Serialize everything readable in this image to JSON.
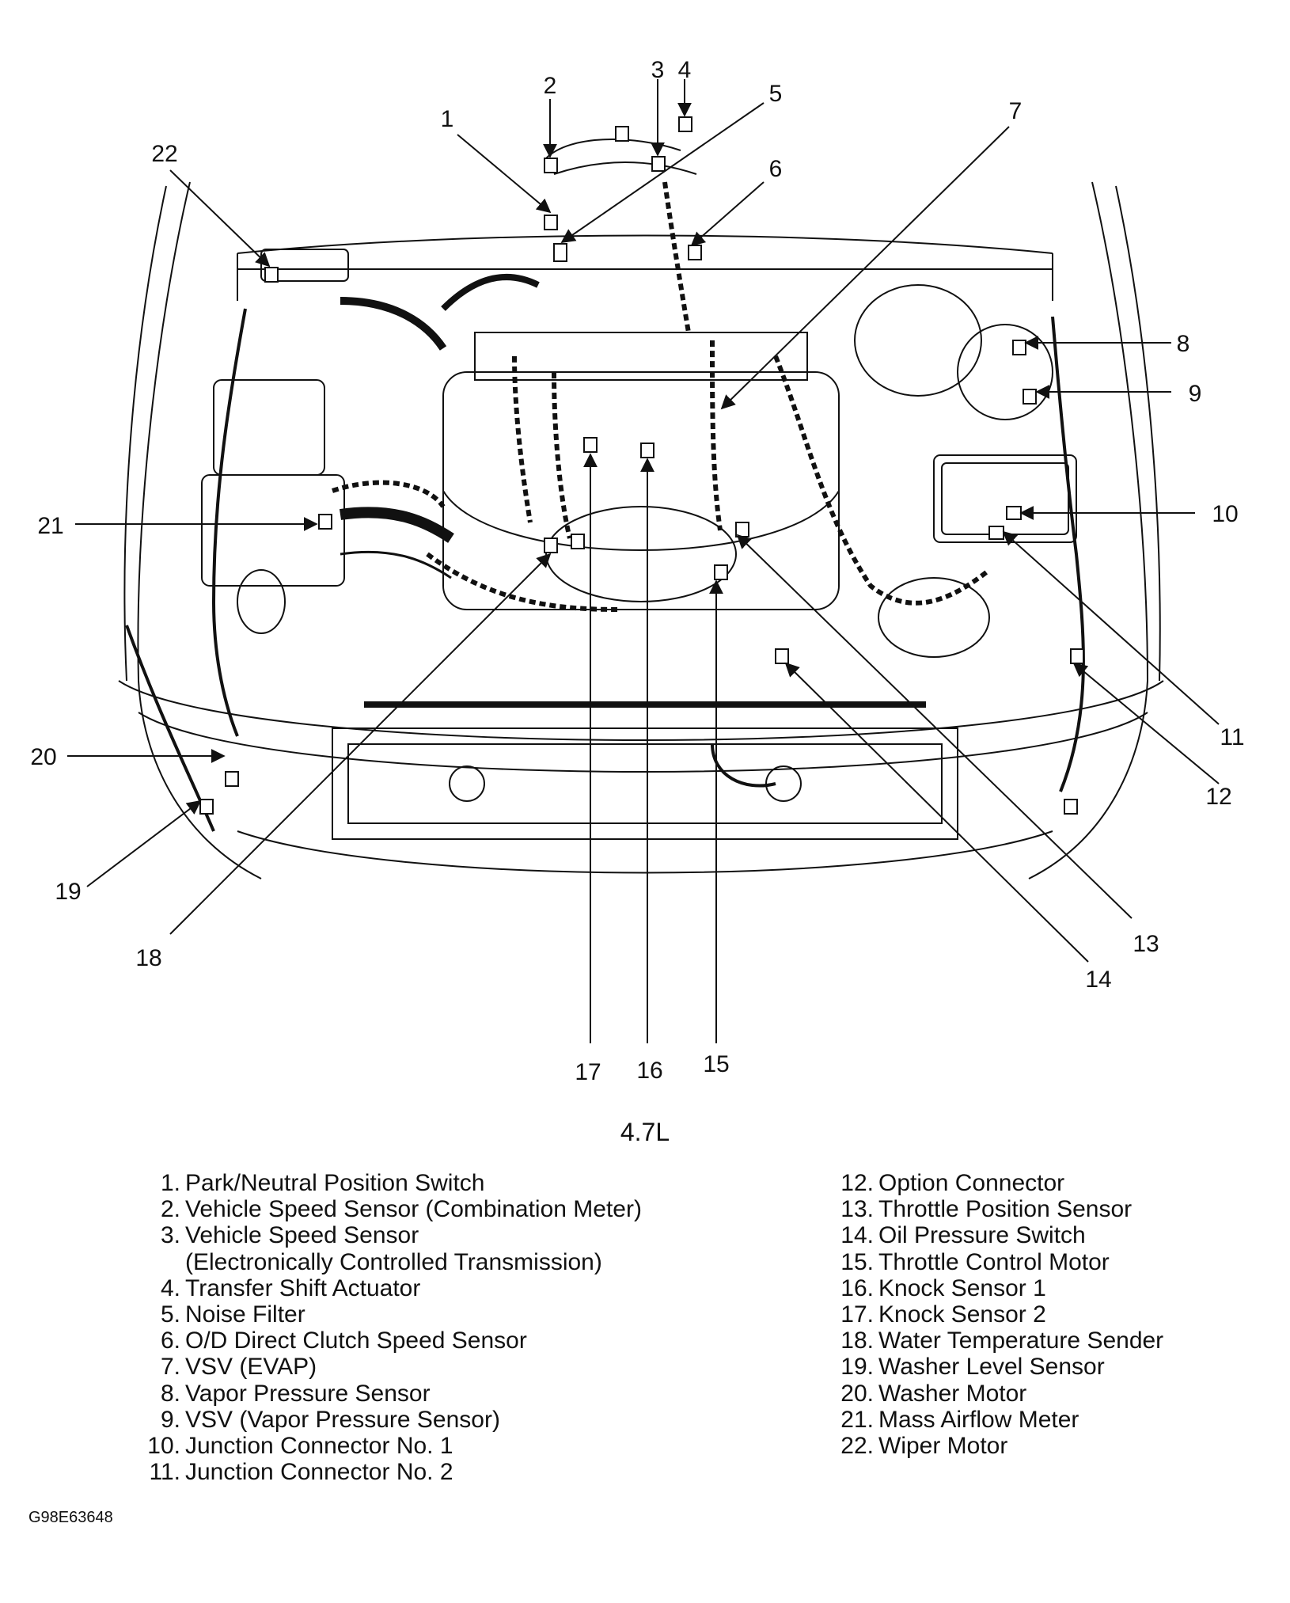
{
  "diagram": {
    "caption": "4.7L",
    "figure_code": "G98E63648",
    "callout_numbers": [
      "1",
      "2",
      "3",
      "4",
      "5",
      "6",
      "7",
      "8",
      "9",
      "10",
      "11",
      "12",
      "13",
      "14",
      "15",
      "16",
      "17",
      "18",
      "19",
      "20",
      "21",
      "22"
    ]
  },
  "legend_left": [
    {
      "num": "1.",
      "text": "Park/Neutral Position Switch"
    },
    {
      "num": "2.",
      "text": "Vehicle Speed Sensor (Combination Meter)"
    },
    {
      "num": "3.",
      "text": "Vehicle Speed Sensor",
      "cont": "(Electronically Controlled Transmission)"
    },
    {
      "num": "4.",
      "text": "Transfer Shift Actuator"
    },
    {
      "num": "5.",
      "text": "Noise Filter"
    },
    {
      "num": "6.",
      "text": "O/D Direct Clutch Speed Sensor"
    },
    {
      "num": "7.",
      "text": "VSV (EVAP)"
    },
    {
      "num": "8.",
      "text": "Vapor Pressure Sensor"
    },
    {
      "num": "9.",
      "text": "VSV (Vapor Pressure Sensor)"
    },
    {
      "num": "10.",
      "text": "Junction Connector No. 1"
    },
    {
      "num": "11.",
      "text": "Junction Connector No. 2"
    }
  ],
  "legend_right": [
    {
      "num": "12.",
      "text": "Option Connector"
    },
    {
      "num": "13.",
      "text": "Throttle Position Sensor"
    },
    {
      "num": "14.",
      "text": "Oil Pressure Switch"
    },
    {
      "num": "15.",
      "text": "Throttle Control Motor"
    },
    {
      "num": "16.",
      "text": "Knock Sensor 1"
    },
    {
      "num": "17.",
      "text": "Knock Sensor 2"
    },
    {
      "num": "18.",
      "text": "Water Temperature Sender"
    },
    {
      "num": "19.",
      "text": "Washer Level Sensor"
    },
    {
      "num": "20.",
      "text": "Washer Motor"
    },
    {
      "num": "21.",
      "text": "Mass Airflow Meter"
    },
    {
      "num": "22.",
      "text": "Wiper Motor"
    }
  ]
}
